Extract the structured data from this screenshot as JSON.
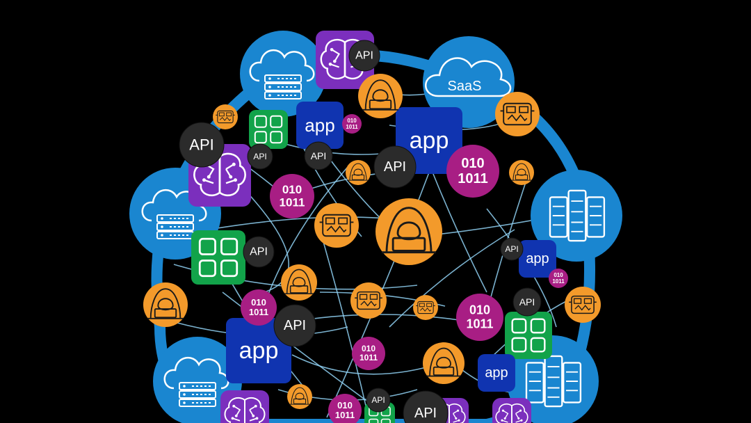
{
  "labels": {
    "saas": "SaaS",
    "api": "API",
    "app": "app",
    "binary_top": "010",
    "binary_bottom": "1011"
  },
  "colors": {
    "background": "#000000",
    "ring": "#1a86d0",
    "cloud_node": "#1a86d0",
    "link": "#8fd0f2",
    "ai_node": "#7b2fbd",
    "app_node": "#1034b0",
    "api_node": "#2b2b2b",
    "data_node": "#a81e84",
    "threat_node": "#f39a2b",
    "grid_node": "#12a34a"
  },
  "icons": {
    "cloud": "cloud-server-icon",
    "server": "server-rack-icon",
    "ai": "brain-circuit-icon",
    "threat": "hacker-icon",
    "bot": "robot-face-icon",
    "grid": "app-grid-icon",
    "saas": "saas-cloud-icon"
  }
}
